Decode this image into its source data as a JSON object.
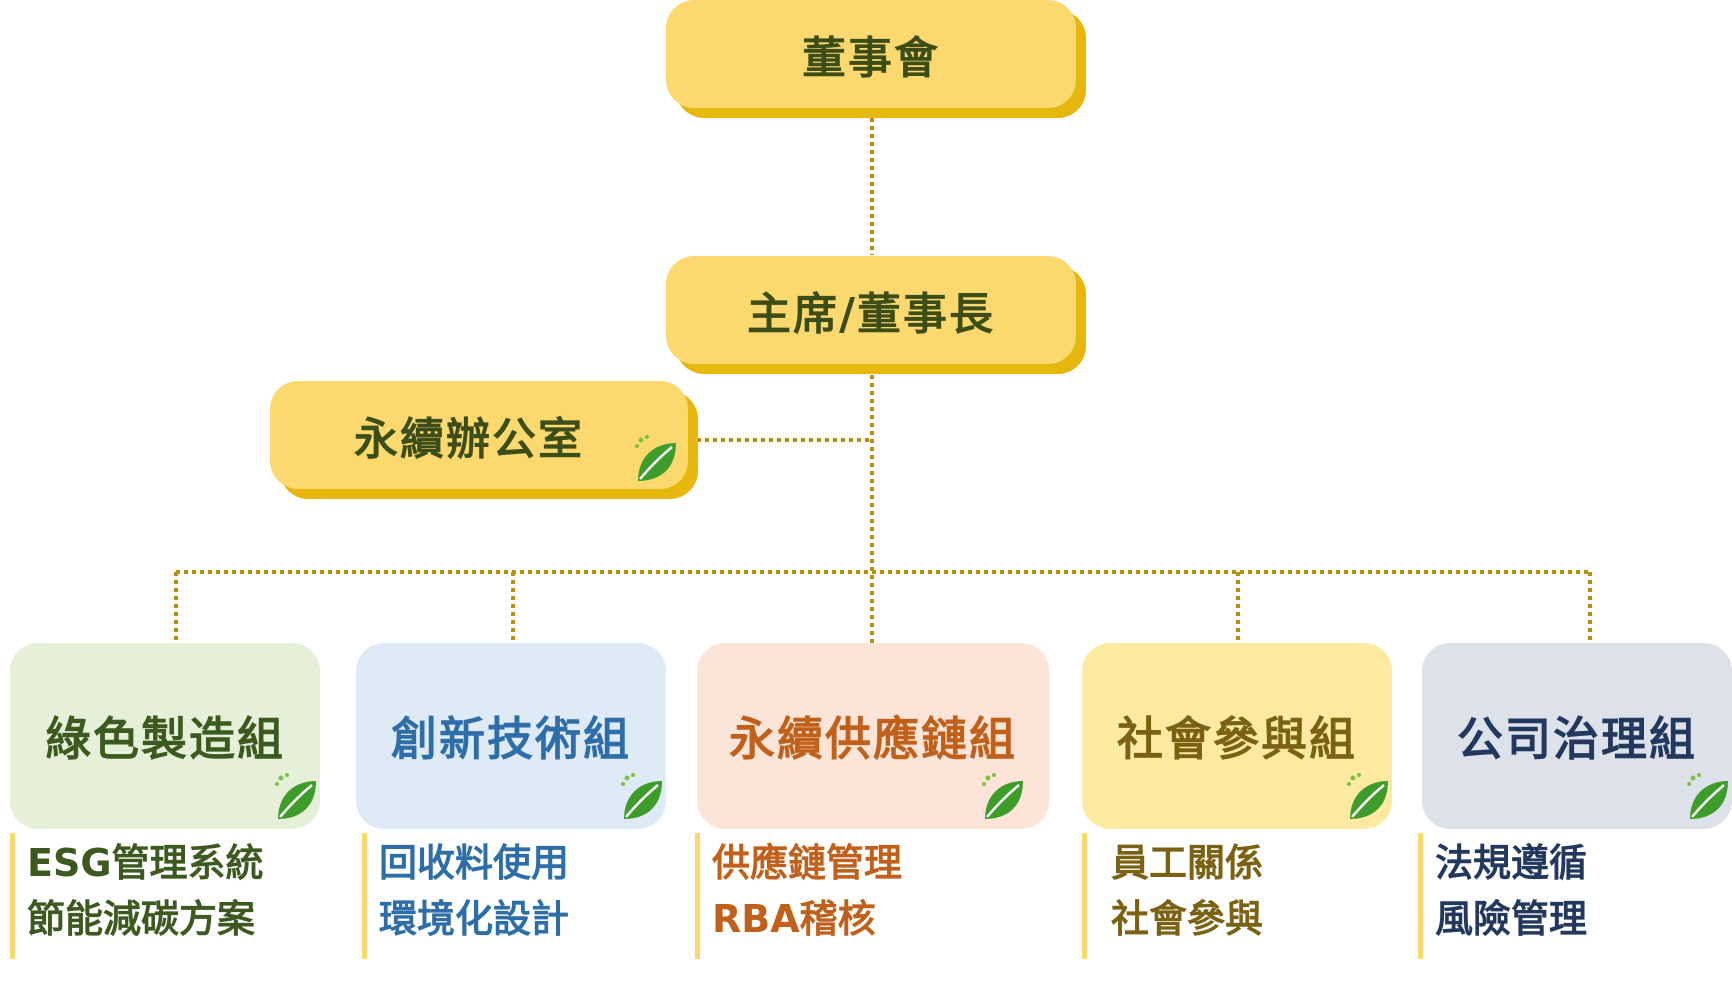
{
  "board": "董事會",
  "chairman": "主席/董事長",
  "office": "永續辦公室",
  "groups": [
    {
      "name": "綠色製造組",
      "items": [
        "ESG管理系統",
        "節能減碳方案"
      ],
      "bg": "#e6efd8",
      "color": "#3c5a1f"
    },
    {
      "name": "創新技術組",
      "items": [
        "回收料使用",
        "環境化設計"
      ],
      "bg": "#deeaf6",
      "color": "#2e6ea8"
    },
    {
      "name": "永續供應鏈組",
      "items": [
        "供應鏈管理",
        "RBA稽核"
      ],
      "bg": "#fce5d8",
      "color": "#c0601a"
    },
    {
      "name": "社會參與組",
      "items": [
        "員工關係",
        "社會參與"
      ],
      "bg": "#feeaa0",
      "color": "#7a6212"
    },
    {
      "name": "公司治理組",
      "items": [
        "法規遵循",
        "風險管理"
      ],
      "bg": "#dde2ea",
      "color": "#22385e"
    }
  ],
  "colors": {
    "box_fill": "#fcd96e",
    "box_shadow": "#e8b70e",
    "connector": "#b88f0f",
    "leaf": "#3e9c2b"
  }
}
